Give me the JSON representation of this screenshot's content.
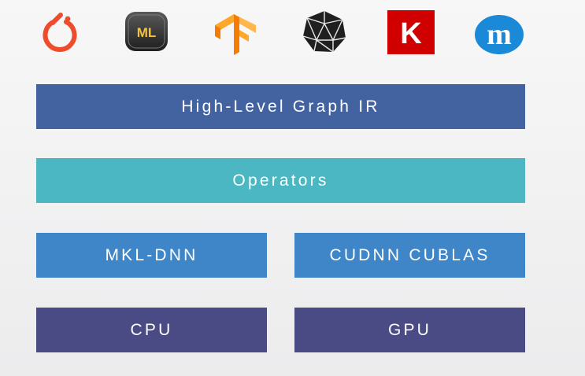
{
  "logos": [
    {
      "icon": "pytorch-logo-icon",
      "color": "#ee4c2c"
    },
    {
      "icon": "coreml-logo-icon",
      "text": "ML",
      "color": "#3a3a3a"
    },
    {
      "icon": "tensorflow-logo-icon",
      "color": "#f59a23"
    },
    {
      "icon": "polyhedron-logo-icon",
      "color": "#222222"
    },
    {
      "icon": "keras-logo-icon",
      "text": "K",
      "color": "#d00000"
    },
    {
      "icon": "mxnet-logo-icon",
      "text": "m",
      "color": "#1a8ad8"
    }
  ],
  "layers": {
    "graph_ir": {
      "label": "High-Level Graph IR",
      "color": "#4262a0"
    },
    "operators": {
      "label": "Operators",
      "color": "#4ab7c2"
    },
    "mkl_dnn": {
      "label": "MKL-DNN",
      "color": "#3f86c8"
    },
    "cudnn_cublas": {
      "label": "CUDNN CUBLAS",
      "color": "#3f86c8"
    },
    "cpu": {
      "label": "CPU",
      "color": "#4a4a85"
    },
    "gpu": {
      "label": "GPU",
      "color": "#4a4a85"
    }
  }
}
